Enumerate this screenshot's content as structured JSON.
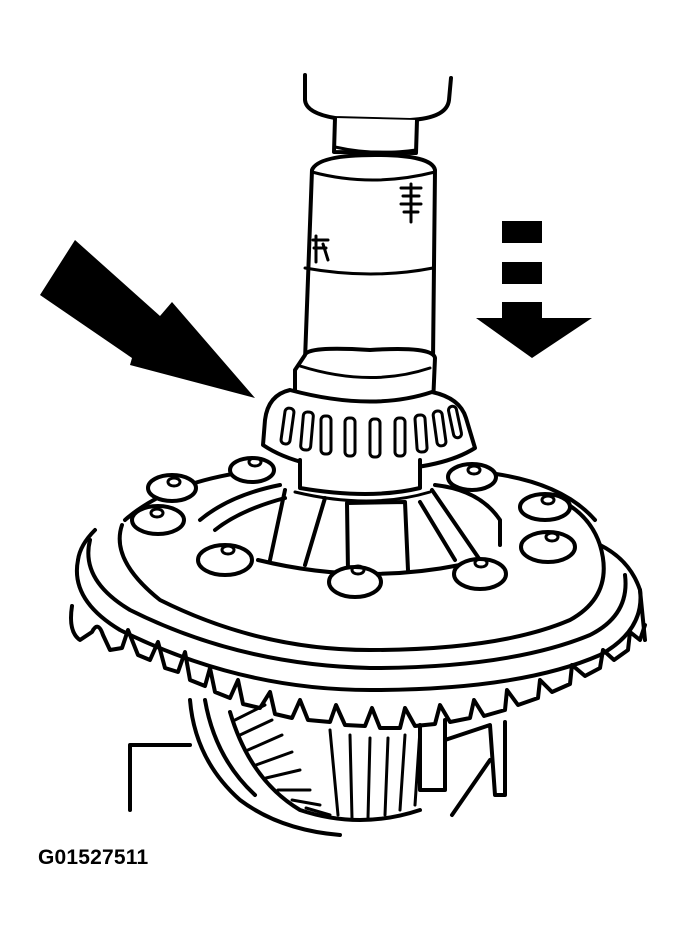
{
  "figure": {
    "label": "G01527511",
    "description": "Pressing bearing onto differential case with installer tool",
    "colors": {
      "line": "#000000",
      "background": "#ffffff"
    },
    "parts": [
      "installer-tool-handle",
      "installer-tool-shaft",
      "tapered-roller-bearing",
      "differential-case",
      "ring-gear",
      "ring-gear-bolts",
      "side-gear",
      "support-block"
    ],
    "indicators": [
      {
        "name": "bearing-pointer-arrow",
        "direction": "down-right"
      },
      {
        "name": "press-direction-arrow",
        "direction": "down"
      }
    ],
    "ring_gear_bolt_count": 9
  }
}
